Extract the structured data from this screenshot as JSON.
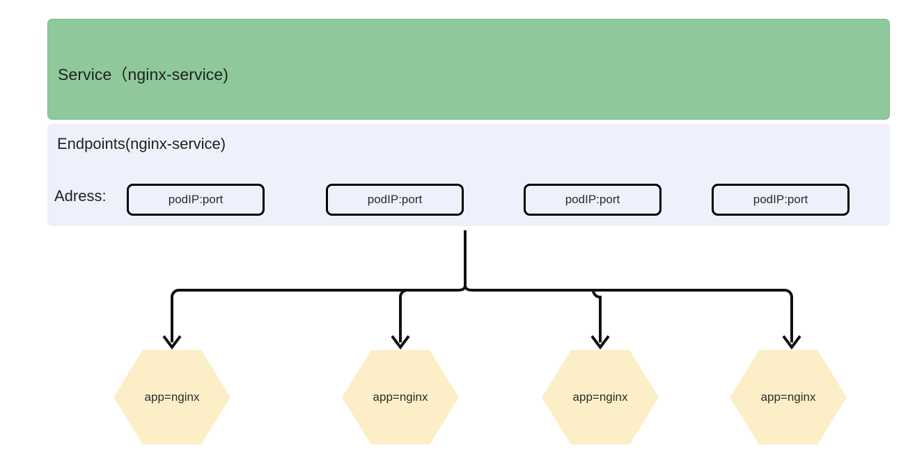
{
  "service": {
    "label": "Service（nginx-service)",
    "color": "#8FC99B"
  },
  "endpoints": {
    "title": "Endpoints(nginx-service)",
    "address_label": "Adress:",
    "panel_color": "#EEF1FB",
    "addresses": [
      {
        "label": "podIP:port"
      },
      {
        "label": "podIP:port"
      },
      {
        "label": "podIP:port"
      },
      {
        "label": "podIP:port"
      }
    ]
  },
  "pods": {
    "color": "#FCEFC7",
    "items": [
      {
        "label": "app=nginx"
      },
      {
        "label": "app=nginx"
      },
      {
        "label": "app=nginx"
      },
      {
        "label": "app=nginx"
      }
    ]
  },
  "connector": {
    "color": "#000000",
    "style": "brace-fanout"
  }
}
